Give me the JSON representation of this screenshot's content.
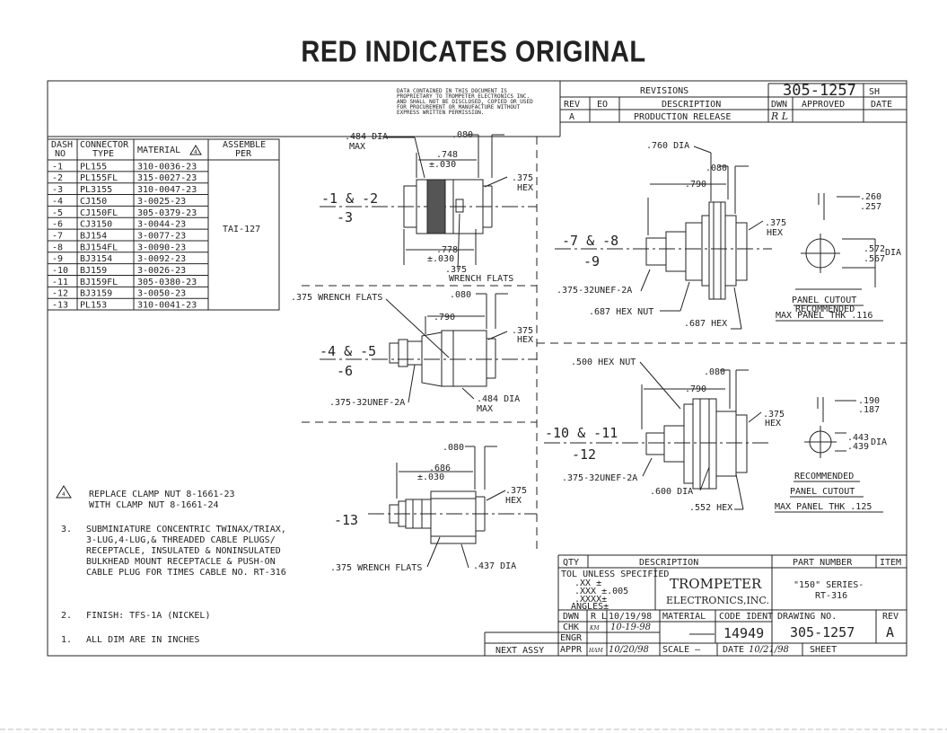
{
  "banner": "RED INDICATES ORIGINAL",
  "proprietary": [
    "DATA CONTAINED IN THIS DOCUMENT IS",
    "PROPRIETARY TO TROMPETER ELECTRONICS INC.",
    "AND SHALL NOT BE DISCLOSED, COPIED OR USED",
    "FOR PROCUREMENT OR MANUFACTURE WITHOUT",
    "EXPRESS WRITTEN PERMISSION."
  ],
  "revisions": {
    "title": "REVISIONS",
    "part": "305-1257",
    "sh": "SH",
    "h_rev": "REV",
    "h_eo": "EO",
    "h_desc": "DESCRIPTION",
    "h_dwn": "DWN",
    "h_appr": "APPROVED",
    "h_date": "DATE",
    "row_rev": "A",
    "row_desc": "PRODUCTION RELEASE",
    "row_dwn": "R L"
  },
  "dash_table": {
    "headers": [
      "DASH NO",
      "CONNECTOR TYPE",
      "MATERIAL",
      "ASSEMBLE PER"
    ],
    "h1": [
      "DASH",
      "NO"
    ],
    "h2": [
      "CONNECTOR",
      "TYPE"
    ],
    "h3": "MATERIAL",
    "h3_note": "4",
    "h4": [
      "ASSEMBLE",
      "PER"
    ],
    "assemble": "TAI-127",
    "rows": [
      [
        "-1",
        "PL155",
        "310-0036-23"
      ],
      [
        "-2",
        "PL155FL",
        "315-0027-23"
      ],
      [
        "-3",
        "PL3155",
        "310-0047-23"
      ],
      [
        "-4",
        "CJ150",
        "3-0025-23"
      ],
      [
        "-5",
        "CJ150FL",
        "305-0379-23"
      ],
      [
        "-6",
        "CJ3150",
        "3-0044-23"
      ],
      [
        "-7",
        "BJ154",
        "3-0077-23"
      ],
      [
        "-8",
        "BJ154FL",
        "3-0090-23"
      ],
      [
        "-9",
        "BJ3154",
        "3-0092-23"
      ],
      [
        "-10",
        "BJ159",
        "3-0026-23"
      ],
      [
        "-11",
        "BJ159FL",
        "305-0380-23"
      ],
      [
        "-12",
        "BJ3159",
        "3-0050-23"
      ],
      [
        "-13",
        "PL153",
        "310-0041-23"
      ]
    ]
  },
  "notes": {
    "n4_mark": "4",
    "n4": [
      "REPLACE CLAMP NUT 8-1661-23",
      "WITH CLAMP NUT 8-1661-24"
    ],
    "n3_num": "3.",
    "n3": [
      "SUBMINIATURE CONCENTRIC TWINAX/TRIAX,",
      "3-LUG,4-LUG,& THREADED CABLE PLUGS/",
      "RECEPTACLE, INSULATED & NONINSULATED",
      "BULKHEAD MOUNT RECEPTACLE & PUSH-ON",
      "CABLE PLUG FOR TIMES CABLE NO. RT-316"
    ],
    "n2_num": "2.",
    "n2": "FINISH: TFS-1A (NICKEL)",
    "n1_num": "1.",
    "n1": "ALL DIM ARE IN INCHES"
  },
  "views": {
    "v1": {
      "l1": "-1  &  -2",
      "l2": "-3",
      "d484": ".484 DIA",
      "max": "MAX",
      "d080": ".080",
      "d748": ".748",
      "tol": "±.030",
      "d375h": ".375",
      "hex": "HEX",
      "d778": ".778",
      "tol2": "±.030",
      "d375w": ".375",
      "wrench": "WRENCH FLATS"
    },
    "v2": {
      "l1": "-4  &  -5",
      "l2": "-6",
      "wrench": ".375 WRENCH FLATS",
      "d080": ".080",
      "d790": ".790",
      "d375h": ".375",
      "hex": "HEX",
      "thread": ".375-32UNEF-2A",
      "d484": ".484 DIA",
      "max": "MAX"
    },
    "v3": {
      "l1": "-13",
      "d080": ".080",
      "d686": ".686",
      "tol": "±.030",
      "d375h": ".375",
      "hex": "HEX",
      "wrench": ".375 WRENCH FLATS",
      "d437": ".437 DIA"
    },
    "v4": {
      "l1": "-7  &  -8",
      "l2": "-9",
      "d760": ".760 DIA",
      "d080": ".080",
      "d790": ".790",
      "d375h": ".375",
      "hex": "HEX",
      "thread": ".375-32UNEF-2A",
      "nut": ".687 HEX NUT",
      "hex2": ".687 HEX",
      "d260": ".260",
      "d257": ".257",
      "d572": ".572",
      "d567": ".567",
      "dia": "DIA",
      "rec": "RECOMMENDED",
      "cutout": "PANEL CUTOUT",
      "thk": "MAX PANEL THK .116"
    },
    "v5": {
      "l1": "-10  &  -11",
      "l2": "-12",
      "nut": ".500 HEX NUT",
      "d080": ".080",
      "d790": ".790",
      "d375h": ".375",
      "hex": "HEX",
      "thread": ".375-32UNEF-2A",
      "d600": ".600 DIA",
      "hex2": ".552 HEX",
      "d190": ".190",
      "d187": ".187",
      "d443": ".443",
      "d439": ".439",
      "dia": "DIA",
      "rec": "RECOMMENDED",
      "cutout": "PANEL CUTOUT",
      "thk": "MAX PANEL THK .125"
    }
  },
  "title_block": {
    "qty": "QTY",
    "desc": "DESCRIPTION",
    "part_no": "PART NUMBER",
    "item": "ITEM",
    "tol": [
      "TOL UNLESS SPECIFIED",
      ".XX  ±",
      ".XXX ±.005",
      ".XXXX±",
      "ANGLES±"
    ],
    "company1": "TROMPETER",
    "company2": "ELECTRONICS,INC.",
    "series1": "\"150\" SERIES-",
    "series2": "RT-316",
    "dwn": "DWN",
    "dwn_by": "R L",
    "dwn_date": "10/19/98",
    "chk": "CHK",
    "chk_by": "KM",
    "chk_date": "10-19-98",
    "engr": "ENGR",
    "appr": "APPR",
    "appr_by": "HAM",
    "appr_date": "10/20/98",
    "material": "MATERIAL",
    "code": "CODE IDENT",
    "code_val": "14949",
    "drawing": "DRAWING NO.",
    "drawing_val": "305-1257",
    "rev": "REV",
    "rev_val": "A",
    "scale": "SCALE —",
    "date": "DATE",
    "date_val": "10/21/98",
    "sheet": "SHEET",
    "next": "NEXT ASSY"
  }
}
